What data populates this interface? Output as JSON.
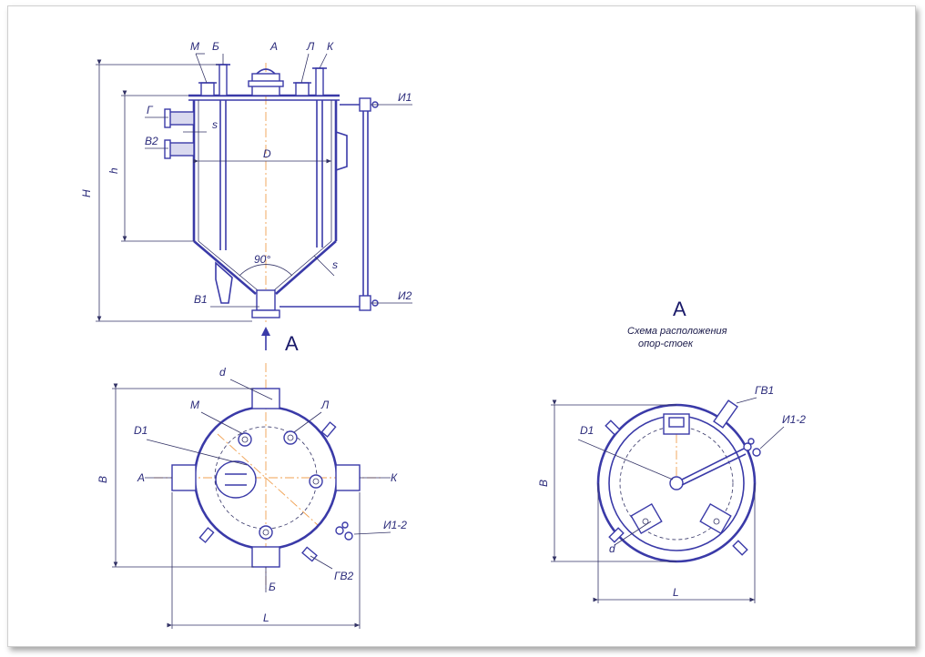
{
  "labels": {
    "front": {
      "M": "М",
      "B": "Б",
      "A": "А",
      "L": "Л",
      "K": "К",
      "G": "Г",
      "V2": "В2",
      "V1": "В1",
      "I1": "И1",
      "I2": "И2",
      "H": "H",
      "h": "h",
      "s": "s",
      "s2": "s",
      "D": "D",
      "angle": "90°",
      "view_arrow": "А"
    },
    "plan": {
      "d": "d",
      "M": "М",
      "L": "Л",
      "D1": "D1",
      "A": "А",
      "K": "К",
      "B": "Б",
      "I12": "И1-2",
      "GV2": "ГВ2",
      "Bdim": "B",
      "Ldim": "L"
    },
    "view_a": {
      "title": "А",
      "caption_line1": "Схема расположения",
      "caption_line2": "опор-стоек",
      "GV1": "ГВ1",
      "I12": "И1-2",
      "D1": "D1",
      "d": "d",
      "Bdim": "B",
      "Ldim": "L"
    }
  },
  "colors": {
    "outline": "#3a3aa8",
    "axis": "#f0a050",
    "text": "#2a2a7a"
  }
}
